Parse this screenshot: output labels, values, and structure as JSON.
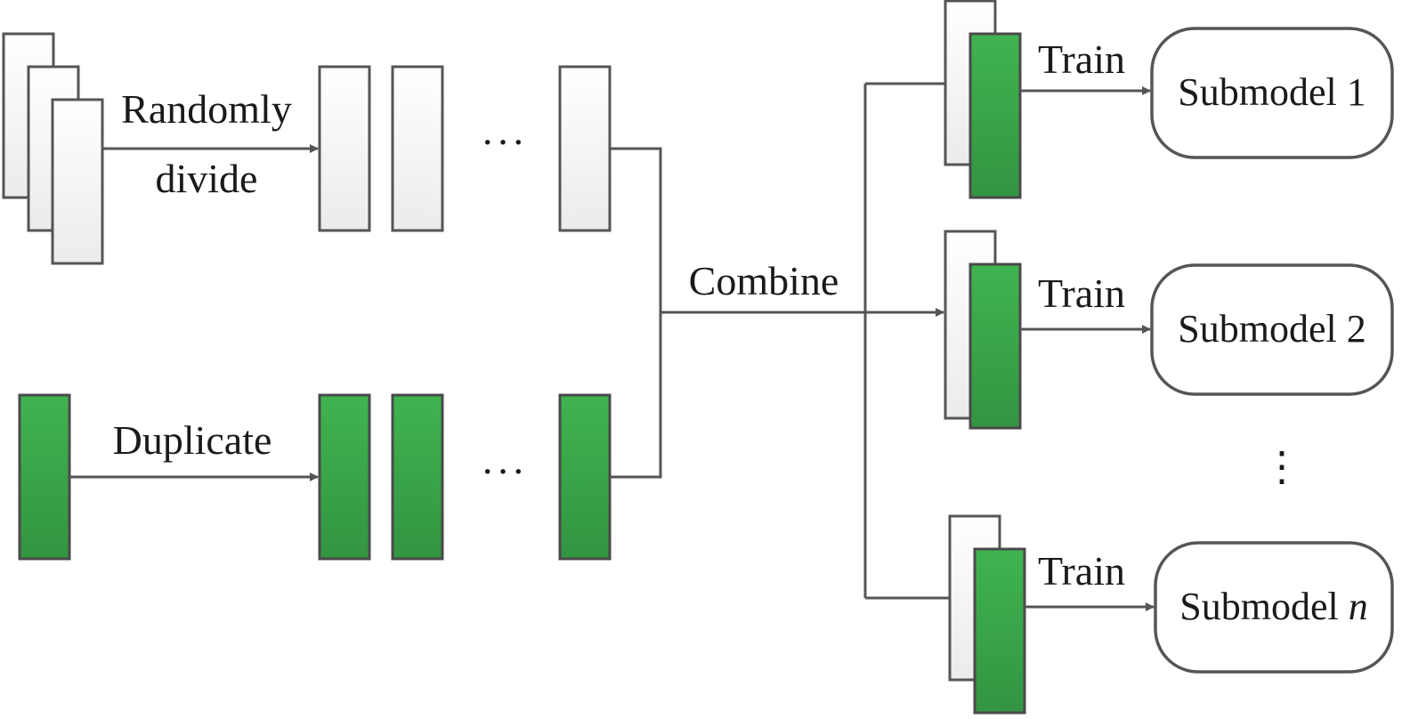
{
  "labels": {
    "randomly": "Randomly",
    "divide": "divide",
    "duplicate": "Duplicate",
    "combine": "Combine",
    "train_1": "Train",
    "train_2": "Train",
    "train_n": "Train"
  },
  "ellipsis": {
    "top": "···",
    "bottom": "···",
    "vertical": "⋮"
  },
  "submodels": [
    {
      "prefix": "Submodel",
      "index": "1"
    },
    {
      "prefix": "Submodel",
      "index": "2"
    },
    {
      "prefix": "Submodel",
      "index": "n"
    }
  ],
  "colors": {
    "green_light": "#3fb44f",
    "green_dark": "#339442",
    "white_top": "#ffffff",
    "white_bottom": "#ebebeb",
    "stroke": "#555555"
  }
}
